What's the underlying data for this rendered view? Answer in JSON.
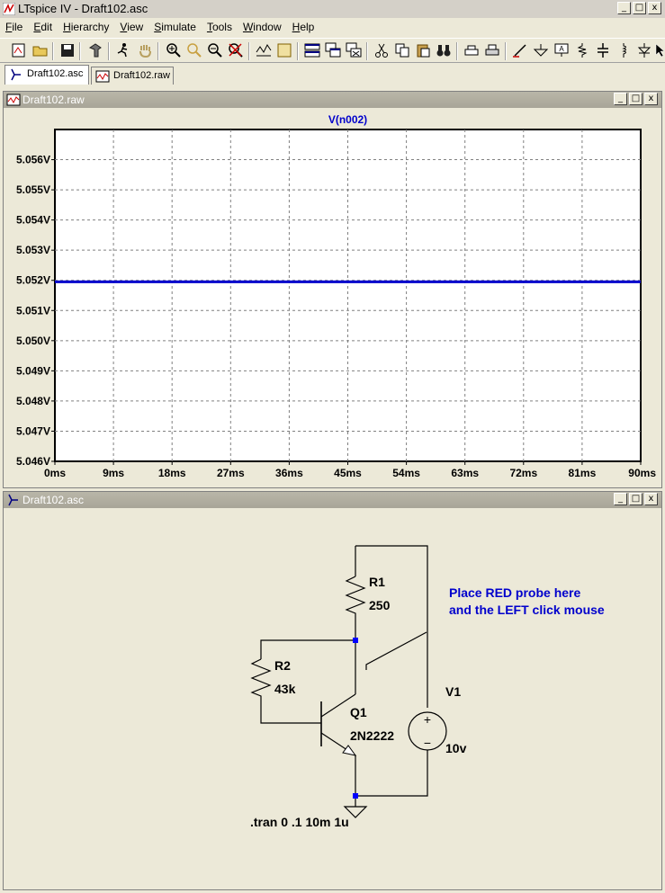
{
  "app": {
    "title": "LTspice IV - Draft102.asc"
  },
  "window_controls": {
    "minimize": "_",
    "maximize": "□",
    "close": "x"
  },
  "menu": [
    {
      "label": "File",
      "key": "F",
      "rest": "ile"
    },
    {
      "label": "Edit",
      "key": "E",
      "rest": "dit"
    },
    {
      "label": "Hierarchy",
      "key": "H",
      "rest": "ierarchy"
    },
    {
      "label": "View",
      "key": "V",
      "rest": "iew"
    },
    {
      "label": "Simulate",
      "key": "S",
      "rest": "imulate"
    },
    {
      "label": "Tools",
      "key": "T",
      "rest": "ools"
    },
    {
      "label": "Window",
      "key": "W",
      "rest": "indow"
    },
    {
      "label": "Help",
      "key": "H",
      "rest": "elp"
    }
  ],
  "tabs": [
    {
      "label": "Draft102.asc",
      "active": true,
      "icon": "schematic-icon"
    },
    {
      "label": "Draft102.raw",
      "active": false,
      "icon": "waveform-icon"
    }
  ],
  "waveform_window": {
    "title": "Draft102.raw"
  },
  "schematic_window": {
    "title": "Draft102.asc",
    "components": {
      "r1": {
        "name": "R1",
        "value": "250"
      },
      "r2": {
        "name": "R2",
        "value": "43k"
      },
      "q1": {
        "name": "Q1",
        "value": "2N2222"
      },
      "v1": {
        "name": "V1",
        "value": "10v"
      }
    },
    "annotation_line1": "Place RED probe here",
    "annotation_line2": "and the LEFT click mouse",
    "directive": ".tran 0 .1 10m 1u",
    "colors": {
      "wire": "#000000",
      "annotation": "#0000cc",
      "node": "#0000ff"
    }
  },
  "chart_data": {
    "type": "line",
    "title": "V(n002)",
    "series": [
      {
        "name": "V(n002)",
        "color": "#0000cc",
        "x": [
          0,
          90
        ],
        "y": [
          5.05195,
          5.05195
        ]
      }
    ],
    "xlim": [
      0,
      90
    ],
    "ylim": [
      5.046,
      5.057
    ],
    "x_ticks": [
      0,
      9,
      18,
      27,
      36,
      45,
      54,
      63,
      72,
      81,
      90
    ],
    "x_tick_labels": [
      "0ms",
      "9ms",
      "18ms",
      "27ms",
      "36ms",
      "45ms",
      "54ms",
      "63ms",
      "72ms",
      "81ms",
      "90ms"
    ],
    "y_ticks": [
      5.046,
      5.047,
      5.048,
      5.049,
      5.05,
      5.051,
      5.052,
      5.053,
      5.054,
      5.055,
      5.056
    ],
    "y_tick_labels": [
      "5.046V",
      "5.047V",
      "5.048V",
      "5.049V",
      "5.050V",
      "5.051V",
      "5.052V",
      "5.053V",
      "5.054V",
      "5.055V",
      "5.056V"
    ],
    "grid": true
  }
}
